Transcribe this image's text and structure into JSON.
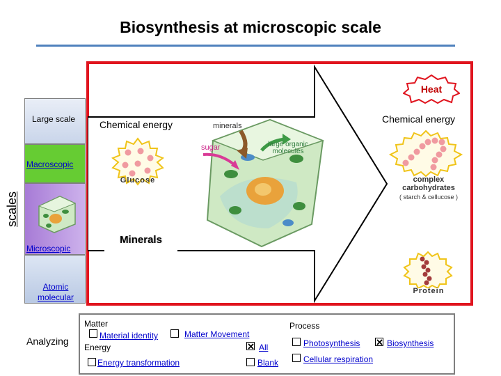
{
  "title": "Biosynthesis at microscopic scale",
  "scales": {
    "axis_label": "scales",
    "large": "Large scale",
    "macroscopic": "Macroscopic",
    "microscopic": "Microscopic",
    "atomic": "Atomic molecular"
  },
  "diagram": {
    "heat": "Heat",
    "chemical_energy_left": "Chemical energy",
    "chemical_energy_right": "Chemical energy",
    "minerals_arrow_label": "minerals",
    "sugar_label": "sugar",
    "large_organic_molecules": "large organic molecules",
    "minerals_box": "Minerals",
    "glucose": "Glucose",
    "complex_carbohydrates": "complex carbohydrates",
    "complex_note": "( starch & cellucose )",
    "protein": "Protein"
  },
  "analysis": {
    "label": "Analyzing",
    "matter": "Matter",
    "material_identity": "Material identity",
    "matter_movement": "Matter Movement",
    "energy": "Energy",
    "all": "All",
    "energy_transformation": "Energy transformation",
    "blank": "Blank",
    "process": "Process",
    "photosynthesis": "Photosynthesis",
    "biosynthesis": "Biosynthesis",
    "cellular_respiration": "Cellular respiration"
  },
  "checked": [
    "all",
    "biosynthesis"
  ],
  "colors": {
    "frame": "#e0141e",
    "arrow": "#000000",
    "macroscopic": "#66cc33",
    "microscopic": "#a77bd6",
    "title_rule": "#4f81bd",
    "heat_text": "#c00000"
  }
}
